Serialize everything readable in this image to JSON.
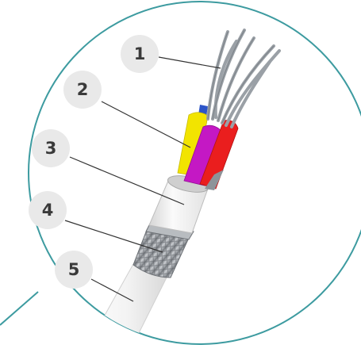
{
  "colors": {
    "ring": "#3d9ba0",
    "callout_badge": "#e9e9e9",
    "callout_text": "#3a3a3a",
    "leader_line": "#333333",
    "conductor_strands": "#9aa0a6",
    "core_blue": "#2d55c8",
    "core_yellow": "#f2e400",
    "core_magenta": "#c418c4",
    "core_red": "#ea1e1e",
    "inner_sheath": "#f1f1f1",
    "braided_shield": "#9a9ea3",
    "outer_jacket": "#f6f6f6"
  },
  "callouts": [
    {
      "label": "1",
      "part": "stranded-conductor"
    },
    {
      "label": "2",
      "part": "insulated-cores"
    },
    {
      "label": "3",
      "part": "inner-sheath"
    },
    {
      "label": "4",
      "part": "braided-shield"
    },
    {
      "label": "5",
      "part": "outer-jacket"
    }
  ]
}
